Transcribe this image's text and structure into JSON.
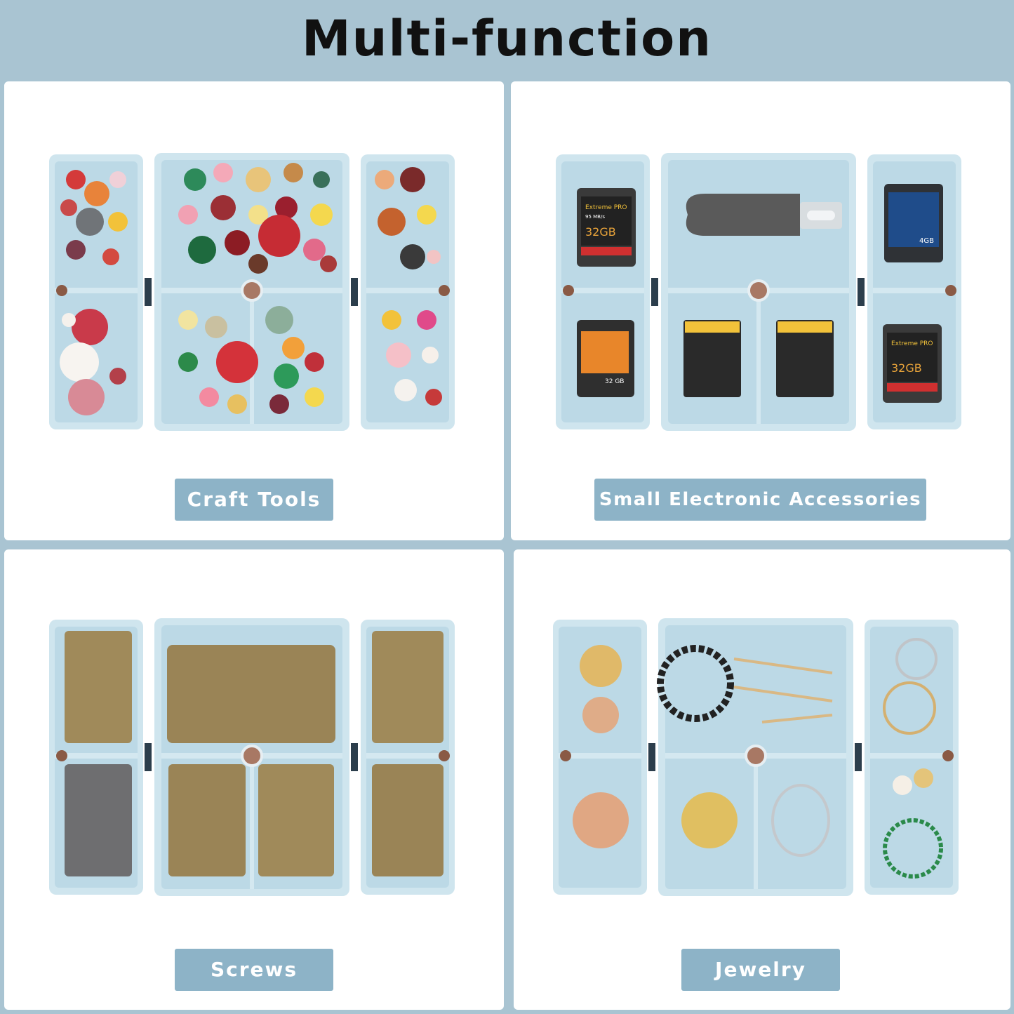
{
  "header": {
    "title": "Multi-function"
  },
  "panels": [
    {
      "label": "Craft Tools",
      "contents": "buttons"
    },
    {
      "label": "Small Electronic Accessories",
      "contents": "memory-cards",
      "card_texts": {
        "brand": "Extreme PRO",
        "speed": "95 MB/s",
        "cap_a": "32GB",
        "cap_b": "4GB",
        "cap_c": "32 GB"
      }
    },
    {
      "label": "Screws",
      "contents": "screws"
    },
    {
      "label": "Jewelry",
      "contents": "jewelry"
    }
  ],
  "colors": {
    "background": "#a9c4d2",
    "panel": "#ffffff",
    "label_bg": "#8db3c7",
    "tray": "#bcd9e6",
    "tray_edge": "#cfe5ee"
  }
}
